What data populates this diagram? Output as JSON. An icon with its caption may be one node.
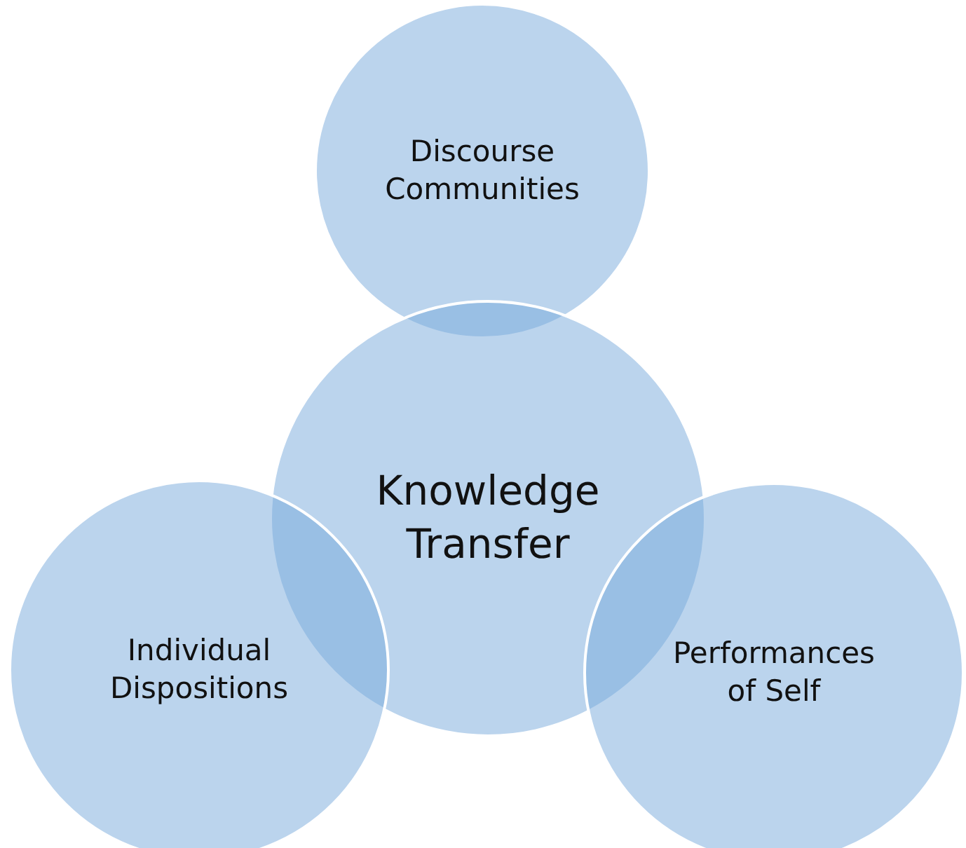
{
  "diagram": {
    "nodes": [
      {
        "text": [
          "Discourse Communities"
        ]
      },
      {
        "text": [
          "Knowledge Transfer"
        ]
      },
      {
        "text": [
          "Individual Dispositions"
        ]
      },
      {
        "text": [
          "Performances of Self"
        ]
      }
    ]
  }
}
